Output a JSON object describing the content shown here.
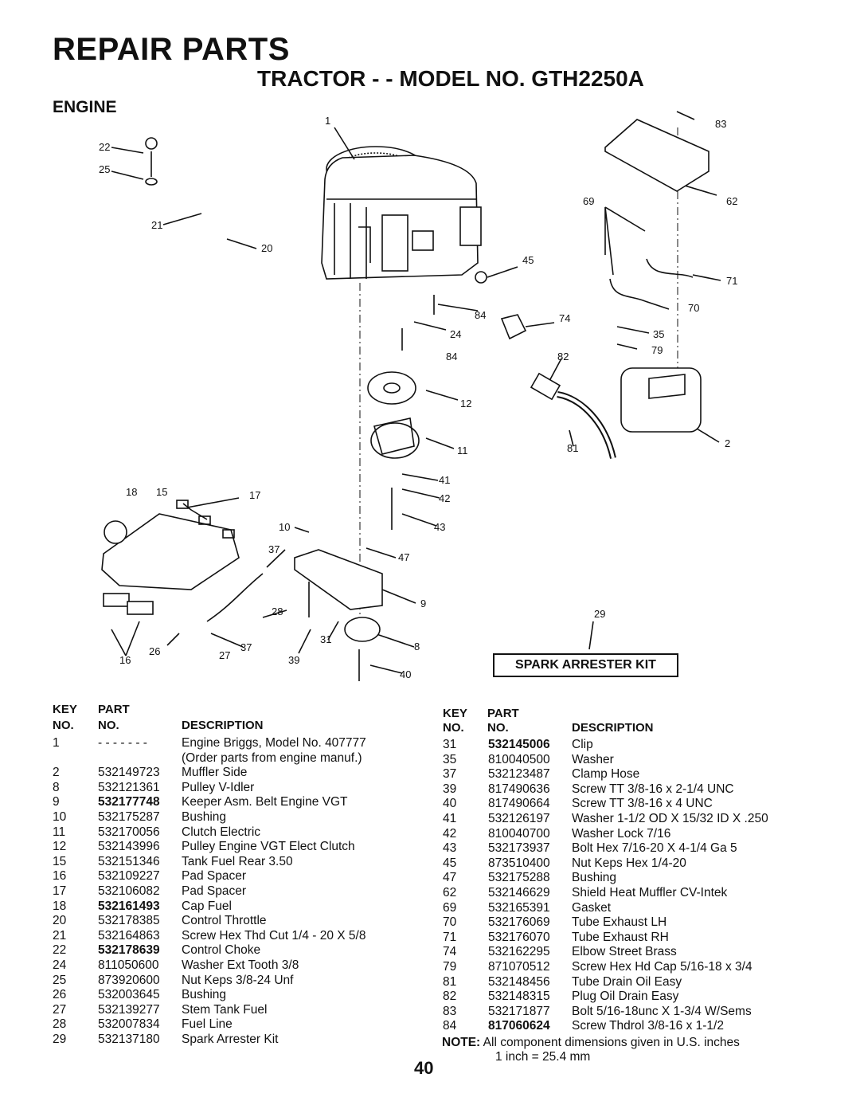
{
  "header": {
    "title": "REPAIR PARTS",
    "subtitle": "TRACTOR - - MODEL NO. GTH2250A",
    "section": "ENGINE"
  },
  "diagram": {
    "callouts": [
      "1",
      "22",
      "25",
      "21",
      "20",
      "83",
      "69",
      "62",
      "45",
      "71",
      "70",
      "84",
      "74",
      "24",
      "35",
      "84",
      "79",
      "82",
      "12",
      "11",
      "81",
      "2",
      "41",
      "18",
      "15",
      "17",
      "42",
      "10",
      "43",
      "37",
      "47",
      "9",
      "28",
      "29",
      "31",
      "8",
      "37",
      "16",
      "26",
      "27",
      "39",
      "40"
    ]
  },
  "kit_box": {
    "label": "SPARK ARRESTER KIT"
  },
  "table_headers": {
    "key": "KEY",
    "part": "PART",
    "no": "NO.",
    "no2": "NO.",
    "description": "DESCRIPTION"
  },
  "left_parts": [
    {
      "key": "1",
      "part": "- - - - - - -",
      "desc": "Engine Briggs, Model No. 407777",
      "desc2": "(Order parts from engine manuf.)",
      "bold": false
    },
    {
      "key": "2",
      "part": "532149723",
      "desc": "Muffler Side",
      "bold": false
    },
    {
      "key": "8",
      "part": "532121361",
      "desc": "Pulley V-Idler",
      "bold": false
    },
    {
      "key": "9",
      "part": "532177748",
      "desc": "Keeper Asm. Belt Engine VGT",
      "bold": true
    },
    {
      "key": "10",
      "part": "532175287",
      "desc": "Bushing",
      "bold": false
    },
    {
      "key": "11",
      "part": "532170056",
      "desc": "Clutch Electric",
      "bold": false
    },
    {
      "key": "12",
      "part": "532143996",
      "desc": "Pulley Engine VGT Elect Clutch",
      "bold": false
    },
    {
      "key": "15",
      "part": "532151346",
      "desc": "Tank Fuel Rear 3.50",
      "bold": false
    },
    {
      "key": "16",
      "part": "532109227",
      "desc": "Pad Spacer",
      "bold": false
    },
    {
      "key": "17",
      "part": "532106082",
      "desc": "Pad Spacer",
      "bold": false
    },
    {
      "key": "18",
      "part": "532161493",
      "desc": "Cap Fuel",
      "bold": true
    },
    {
      "key": "20",
      "part": "532178385",
      "desc": "Control Throttle",
      "bold": false
    },
    {
      "key": "21",
      "part": "532164863",
      "desc": "Screw Hex Thd Cut 1/4 - 20 X 5/8",
      "bold": false
    },
    {
      "key": "22",
      "part": "532178639",
      "desc": "Control Choke",
      "bold": true
    },
    {
      "key": "24",
      "part": "811050600",
      "desc": "Washer Ext Tooth 3/8",
      "bold": false
    },
    {
      "key": "25",
      "part": "873920600",
      "desc": "Nut Keps 3/8-24 Unf",
      "bold": false
    },
    {
      "key": "26",
      "part": "532003645",
      "desc": "Bushing",
      "bold": false
    },
    {
      "key": "27",
      "part": "532139277",
      "desc": "Stem Tank Fuel",
      "bold": false
    },
    {
      "key": "28",
      "part": "532007834",
      "desc": "Fuel Line",
      "bold": false
    },
    {
      "key": "29",
      "part": "532137180",
      "desc": "Spark Arrester Kit",
      "bold": false
    }
  ],
  "right_parts": [
    {
      "key": "31",
      "part": "532145006",
      "desc": "Clip",
      "bold": true
    },
    {
      "key": "35",
      "part": "810040500",
      "desc": "Washer",
      "bold": false
    },
    {
      "key": "37",
      "part": "532123487",
      "desc": "Clamp Hose",
      "bold": false
    },
    {
      "key": "39",
      "part": "817490636",
      "desc": "Screw TT  3/8-16 x 2-1/4 UNC",
      "bold": false
    },
    {
      "key": "40",
      "part": "817490664",
      "desc": "Screw TT  3/8-16 x 4 UNC",
      "bold": false
    },
    {
      "key": "41",
      "part": "532126197",
      "desc": "Washer 1-1/2 OD X 15/32 ID X .250",
      "bold": false
    },
    {
      "key": "42",
      "part": "810040700",
      "desc": "Washer Lock 7/16",
      "bold": false
    },
    {
      "key": "43",
      "part": "532173937",
      "desc": "Bolt Hex 7/16-20 X 4-1/4 Ga 5",
      "bold": false
    },
    {
      "key": "45",
      "part": "873510400",
      "desc": "Nut Keps Hex 1/4-20",
      "bold": false
    },
    {
      "key": "47",
      "part": "532175288",
      "desc": "Bushing",
      "bold": false
    },
    {
      "key": "62",
      "part": "532146629",
      "desc": "Shield Heat Muffler CV-Intek",
      "bold": false
    },
    {
      "key": "69",
      "part": "532165391",
      "desc": "Gasket",
      "bold": false
    },
    {
      "key": "70",
      "part": "532176069",
      "desc": "Tube Exhaust LH",
      "bold": false
    },
    {
      "key": "71",
      "part": "532176070",
      "desc": "Tube Exhaust RH",
      "bold": false
    },
    {
      "key": "74",
      "part": "532162295",
      "desc": "Elbow Street Brass",
      "bold": false
    },
    {
      "key": "79",
      "part": "871070512",
      "desc": "Screw Hex Hd Cap 5/16-18 x 3/4",
      "bold": false
    },
    {
      "key": "81",
      "part": "532148456",
      "desc": "Tube Drain Oil Easy",
      "bold": false
    },
    {
      "key": "82",
      "part": "532148315",
      "desc": "Plug Oil Drain Easy",
      "bold": false
    },
    {
      "key": "83",
      "part": "532171877",
      "desc": "Bolt 5/16-18unc X 1-3/4 W/Sems",
      "bold": false
    },
    {
      "key": "84",
      "part": "817060624",
      "desc": "Screw Thdrol 3/8-16 x 1-1/2",
      "bold": true
    }
  ],
  "note": {
    "label": "NOTE:",
    "text": "All component dimensions given in U.S. inches",
    "text2": "1 inch = 25.4 mm"
  },
  "page_number": "40"
}
